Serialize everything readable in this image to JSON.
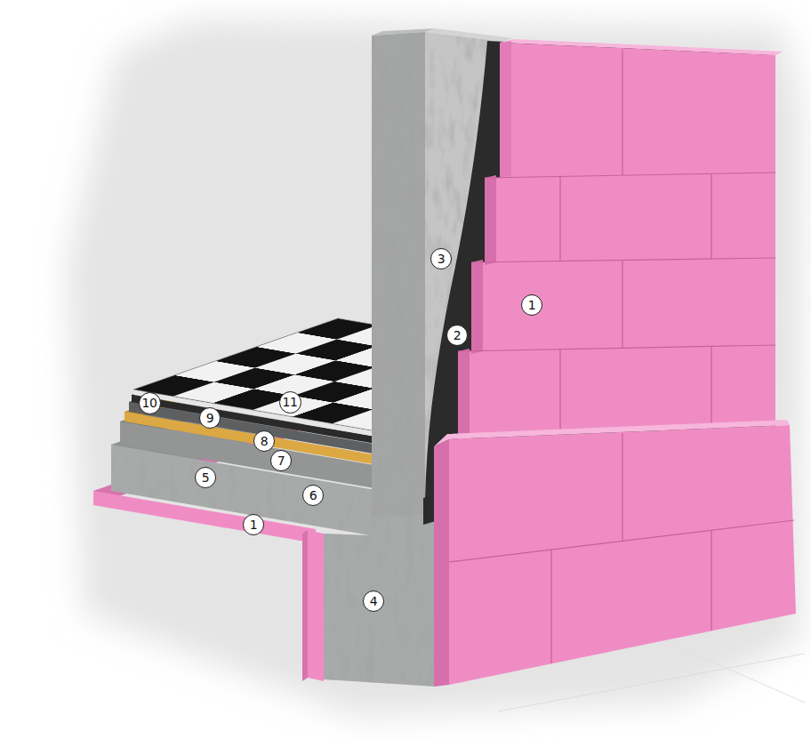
{
  "diagram": {
    "labels": [
      "3",
      "1",
      "2",
      "10",
      "9",
      "11",
      "8",
      "5",
      "7",
      "6",
      "1",
      "4"
    ]
  }
}
